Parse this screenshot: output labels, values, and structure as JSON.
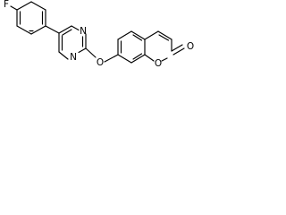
{
  "molecule": {
    "atoms": {
      "fluorine": "F",
      "pyrimidine_n_top": "N",
      "pyrimidine_n_bottom": "N",
      "ether_oxygen": "O",
      "ring_oxygen": "O",
      "carbonyl_oxygen": "O"
    },
    "colors": {
      "bond": "#000000",
      "label": "#000000",
      "background": "#ffffff"
    }
  }
}
